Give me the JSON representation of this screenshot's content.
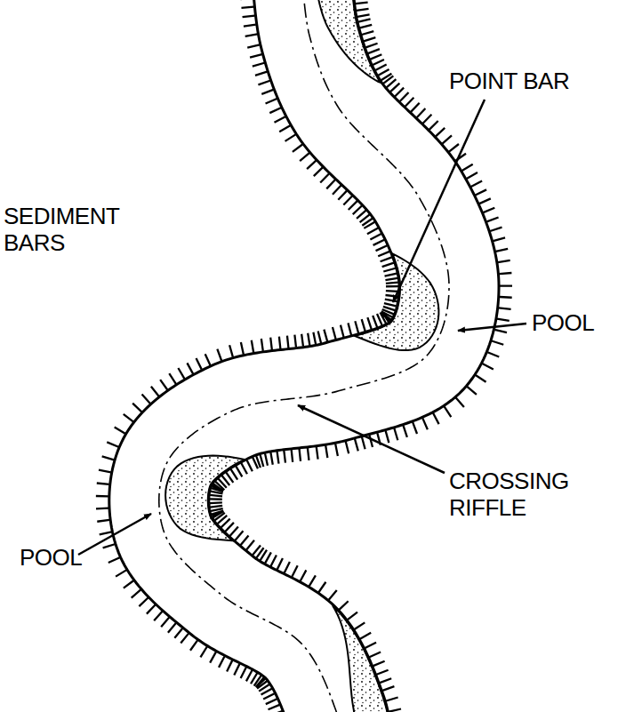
{
  "diagram": {
    "labels": [
      "SEDIMENT BARS",
      "POINT BAR",
      "POOL",
      "CROSSING RIFFLE",
      "POOL"
    ]
  }
}
